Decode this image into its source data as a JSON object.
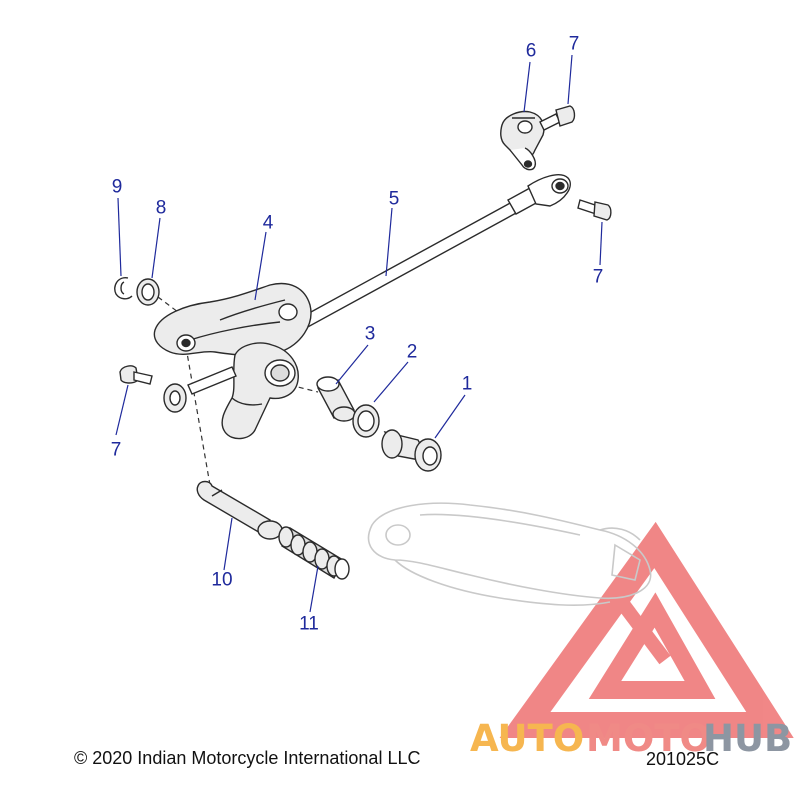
{
  "diagram": {
    "callouts": [
      {
        "id": "1",
        "label": "1"
      },
      {
        "id": "2",
        "label": "2"
      },
      {
        "id": "3",
        "label": "3"
      },
      {
        "id": "4",
        "label": "4"
      },
      {
        "id": "5",
        "label": "5"
      },
      {
        "id": "6",
        "label": "6"
      },
      {
        "id": "7a",
        "label": "7"
      },
      {
        "id": "7b",
        "label": "7"
      },
      {
        "id": "7c",
        "label": "7"
      },
      {
        "id": "8",
        "label": "8"
      },
      {
        "id": "9",
        "label": "9"
      },
      {
        "id": "10",
        "label": "10"
      },
      {
        "id": "11",
        "label": "11"
      }
    ],
    "copyright": "© 2020 Indian Motorcycle International LLC",
    "figure_number": "201025C"
  },
  "watermark": {
    "part1": "AUTO",
    "part2": "MOTO",
    "part3": "HUB",
    "colors": {
      "auto": "#f6b650",
      "moto": "#f08a86",
      "hub": "#8d96a2",
      "triangle": "#ee6b6b"
    }
  },
  "colors": {
    "callout": "#1f2a9c",
    "line_art": "#2b2b2b"
  }
}
